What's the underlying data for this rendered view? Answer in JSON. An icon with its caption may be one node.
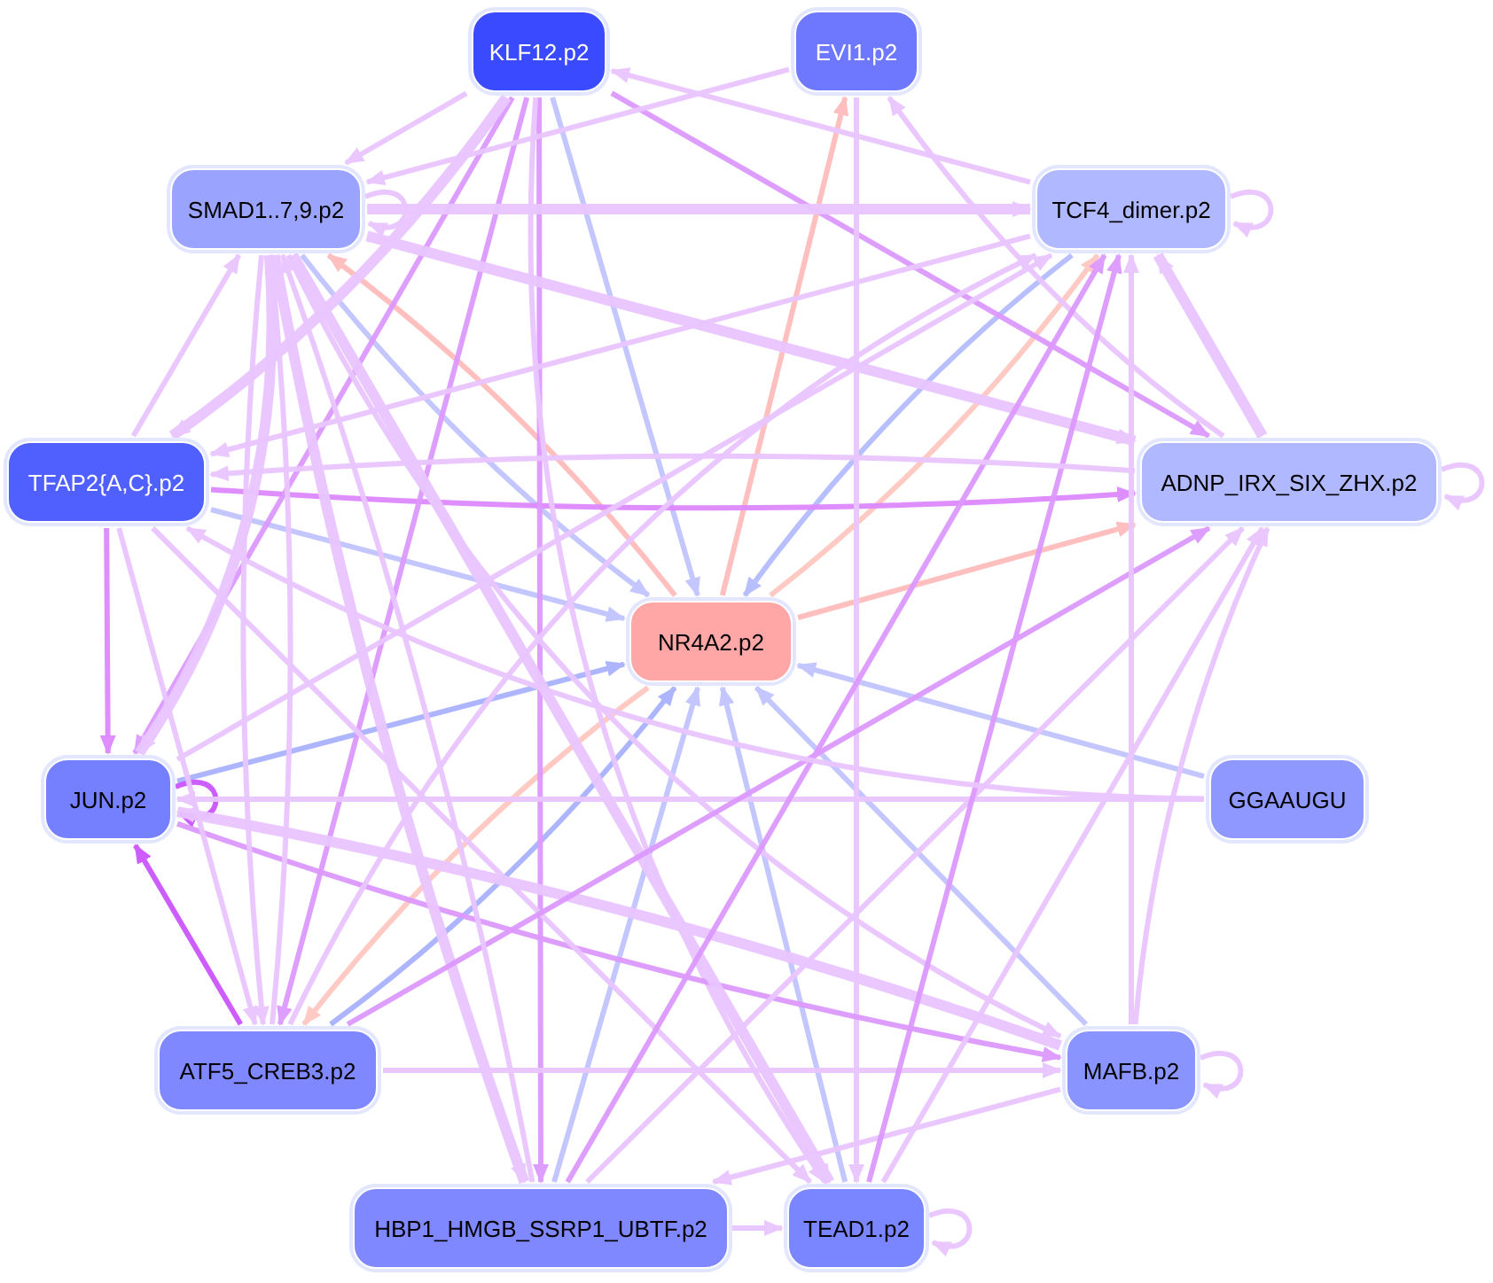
{
  "diagram": {
    "nodes": [
      {
        "text": [
          "KLF12.p2"
        ]
      },
      {
        "text": [
          "EVI1.p2"
        ]
      },
      {
        "text": [
          "SMAD1..7,9.p2"
        ]
      },
      {
        "text": [
          "TCF4_dimer.p2"
        ]
      },
      {
        "text": [
          "TFAP2{A,C}.p2"
        ]
      },
      {
        "text": [
          "ADNP_IRX_SIX_ZHX.p2"
        ]
      },
      {
        "text": [
          "NR4A2.p2"
        ]
      },
      {
        "text": [
          "JUN.p2"
        ]
      },
      {
        "text": [
          "GGAAUGU"
        ]
      },
      {
        "text": [
          "ATF5_CREB3.p2"
        ]
      },
      {
        "text": [
          "MAFB.p2"
        ]
      },
      {
        "text": [
          "HBP1_HMGB_SSRP1_UBTF.p2"
        ]
      },
      {
        "text": [
          "TEAD1.p2"
        ]
      }
    ],
    "edges": [
      {
        "from": 0,
        "to": 6,
        "arrow": "to",
        "color": "#c0c4ff"
      },
      {
        "from": 6,
        "to": 1,
        "arrow": "to",
        "color": "#ffbcbc"
      },
      {
        "from": 6,
        "to": 2,
        "arrow": "to",
        "color": "#ffbcbc"
      },
      {
        "from": 2,
        "to": 6,
        "arrow": "to",
        "color": "#c0c4ff"
      },
      {
        "from": 3,
        "to": 6,
        "arrow": "to",
        "color": "#b4bcff"
      },
      {
        "from": 6,
        "to": 3,
        "arrow": "to",
        "color": "#ffc8c0"
      },
      {
        "from": 6,
        "to": 5,
        "arrow": "to",
        "color": "#ffbcbc"
      },
      {
        "from": 4,
        "to": 6,
        "arrow": "to",
        "color": "#c0c4ff"
      },
      {
        "from": 7,
        "to": 6,
        "arrow": "to",
        "color": "#aab2ff"
      },
      {
        "from": 8,
        "to": 6,
        "arrow": "to",
        "color": "#c0c4ff"
      },
      {
        "from": 10,
        "to": 6,
        "arrow": "to",
        "color": "#c0c4ff"
      },
      {
        "from": 12,
        "to": 6,
        "arrow": "to",
        "color": "#c0c4ff"
      },
      {
        "from": 11,
        "to": 6,
        "arrow": "to",
        "color": "#c0c4ff"
      },
      {
        "from": 9,
        "to": 6,
        "arrow": "to",
        "color": "#aab2ff"
      },
      {
        "from": 6,
        "to": 9,
        "arrow": "to",
        "color": "#ffc8c0"
      },
      {
        "from": 7,
        "to": 7,
        "arrow": "to",
        "color": "#cc55ff"
      },
      {
        "from": 9,
        "to": 7,
        "arrow": "to",
        "color": "#cc55ff"
      },
      {
        "from": 4,
        "to": 7,
        "arrow": "to",
        "color": "#dd88ff"
      },
      {
        "from": 4,
        "to": 5,
        "arrow": "to",
        "color": "#dd88ff"
      },
      {
        "from": 0,
        "to": 11,
        "arrow": "to",
        "color": "#dd99ff"
      },
      {
        "from": 0,
        "to": 2,
        "arrow": "to"
      },
      {
        "from": 0,
        "to": 7,
        "arrow": "to",
        "color": "#dd99ff"
      },
      {
        "from": 0,
        "to": 4,
        "arrow": "to",
        "style": "thick"
      },
      {
        "from": 0,
        "to": 9,
        "arrow": "to",
        "color": "#dd99ff"
      },
      {
        "from": 0,
        "to": 5,
        "arrow": "to",
        "color": "#dd99ff"
      },
      {
        "from": 0,
        "to": 12,
        "arrow": "to"
      },
      {
        "from": 3,
        "to": 0,
        "arrow": "to"
      },
      {
        "from": 1,
        "to": 2,
        "arrow": "to"
      },
      {
        "from": 1,
        "to": 12,
        "arrow": "to"
      },
      {
        "from": 5,
        "to": 1,
        "arrow": "to"
      },
      {
        "from": 2,
        "to": 3,
        "arrow": "to",
        "style": "thick"
      },
      {
        "from": 2,
        "to": 2,
        "arrow": "to"
      },
      {
        "from": 3,
        "to": 3,
        "arrow": "to"
      },
      {
        "from": 5,
        "to": 5,
        "arrow": "to"
      },
      {
        "from": 10,
        "to": 10,
        "arrow": "to"
      },
      {
        "from": 12,
        "to": 12,
        "arrow": "to"
      },
      {
        "from": 11,
        "to": 12,
        "arrow": "both"
      },
      {
        "from": 2,
        "to": 5,
        "arrow": "to",
        "style": "thick"
      },
      {
        "from": 3,
        "to": 4,
        "arrow": "to"
      },
      {
        "from": 5,
        "to": 3,
        "arrow": "to",
        "style": "thick"
      },
      {
        "from": 8,
        "to": 7,
        "arrow": "to"
      },
      {
        "from": 10,
        "to": 7,
        "arrow": "to",
        "style": "thick"
      },
      {
        "from": 7,
        "to": 10,
        "arrow": "to",
        "color": "#dd99ff"
      },
      {
        "from": 9,
        "to": 10,
        "arrow": "to"
      },
      {
        "from": 10,
        "to": 11,
        "arrow": "to"
      },
      {
        "from": 4,
        "to": 12,
        "arrow": "to"
      },
      {
        "from": 4,
        "to": 9,
        "arrow": "to"
      },
      {
        "from": 2,
        "to": 9,
        "arrow": "to"
      },
      {
        "from": 2,
        "to": 7,
        "arrow": "to",
        "style": "thick"
      },
      {
        "from": 2,
        "to": 11,
        "arrow": "to",
        "style": "thick"
      },
      {
        "from": 2,
        "to": 12,
        "arrow": "to",
        "style": "thick"
      },
      {
        "from": 2,
        "to": 10,
        "arrow": "to"
      },
      {
        "from": 11,
        "to": 5,
        "arrow": "to"
      },
      {
        "from": 11,
        "to": 3,
        "arrow": "to",
        "color": "#dd99ff"
      },
      {
        "from": 9,
        "to": 3,
        "arrow": "to"
      },
      {
        "from": 9,
        "to": 5,
        "arrow": "to",
        "color": "#dd99ff"
      },
      {
        "from": 7,
        "to": 3,
        "arrow": "to"
      },
      {
        "from": 12,
        "to": 3,
        "arrow": "to",
        "color": "#dd99ff"
      },
      {
        "from": 10,
        "to": 3,
        "arrow": "to"
      },
      {
        "from": 10,
        "to": 5,
        "arrow": "to"
      },
      {
        "from": 12,
        "to": 5,
        "arrow": "to"
      },
      {
        "from": 11,
        "to": 2,
        "arrow": "to"
      },
      {
        "from": 9,
        "to": 2,
        "arrow": "to"
      },
      {
        "from": 4,
        "to": 2,
        "arrow": "to"
      },
      {
        "from": 5,
        "to": 4,
        "arrow": "to"
      },
      {
        "from": 8,
        "to": 4,
        "arrow": "to"
      }
    ]
  }
}
